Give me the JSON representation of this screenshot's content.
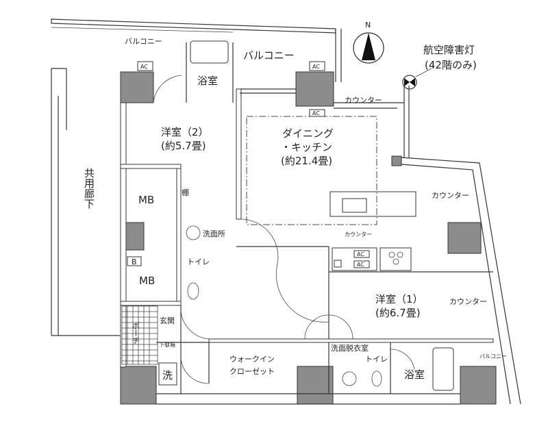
{
  "compass": {
    "north_label": "N"
  },
  "aviation_light": {
    "line1": "航空障害灯",
    "line2": "(42階のみ)"
  },
  "rooms": {
    "balcony_nw": "バルコニー",
    "balcony_n": "バルコニー",
    "bath_north": "浴室",
    "counter_north": "カウンター",
    "western_room_2": {
      "name": "洋室（2）",
      "size": "(約5.7畳)"
    },
    "dining_kitchen": {
      "line1": "ダイニング",
      "line2": "・キッチン",
      "size": "(約21.4畳)"
    },
    "common_corridor": "共用廊下",
    "mb_upper": "MB",
    "mb_lower": "MB",
    "b_mark": "B",
    "shelf": "棚",
    "counter_east_upper": "カウンター",
    "washroom": "洗面所",
    "kitchen_counter": "カウンター",
    "toilet_west": "トイレ",
    "western_room_1": {
      "name": "洋室（1）",
      "size": "(約6.7畳)"
    },
    "counter_east_lower": "カウンター",
    "entrance": "玄関",
    "porch": "ポーチ",
    "shoe_box": "下駄箱",
    "washing": "洗",
    "walk_in_closet": {
      "line1": "ウォークイン",
      "line2": "クローゼット"
    },
    "dressing_room": "洗面脱衣室",
    "toilet_south": "トイレ",
    "bath_south": "浴室",
    "balcony_se": "バルコニー"
  },
  "ac_label": "AC"
}
